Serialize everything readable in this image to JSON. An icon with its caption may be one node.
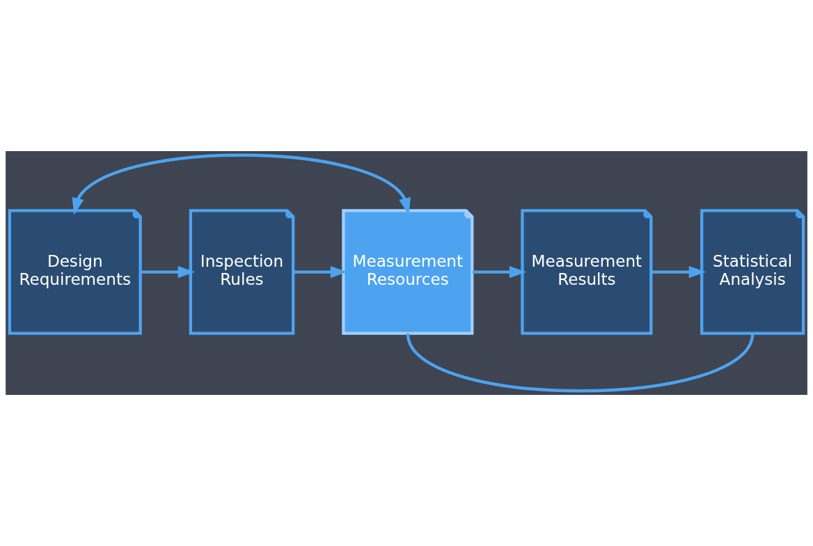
{
  "diagram": {
    "nodes": [
      {
        "text": [
          "Design Requirements"
        ]
      },
      {
        "text": [
          "Inspection Rules"
        ]
      },
      {
        "text": [
          "Measurement Resources"
        ]
      },
      {
        "text": [
          "Measurement Results"
        ]
      },
      {
        "text": [
          "Statistical Analysis"
        ]
      }
    ],
    "edges": [
      {
        "from": 0,
        "to": 2,
        "arrow": "both"
      },
      {
        "from": 0,
        "to": 1,
        "arrow": "to"
      },
      {
        "from": 1,
        "to": 2,
        "arrow": "to"
      },
      {
        "from": 2,
        "to": 3,
        "arrow": "to"
      },
      {
        "from": 3,
        "to": 4,
        "arrow": "to"
      },
      {
        "from": 2,
        "to": 4,
        "arrow": "none"
      }
    ]
  }
}
